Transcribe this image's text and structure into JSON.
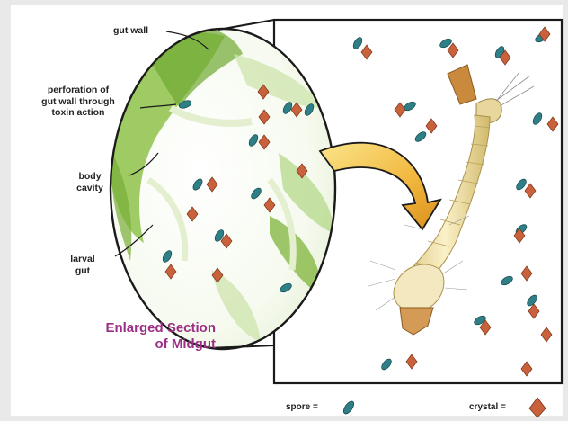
{
  "labels": {
    "gut_wall": "gut wall",
    "perforation_1": "perforation of",
    "perforation_2": "gut wall through",
    "perforation_3": "toxin action",
    "body_cavity_1": "body",
    "body_cavity_2": "cavity",
    "larval_gut_1": "larval",
    "larval_gut_2": "gut"
  },
  "caption": {
    "line1": "Enlarged Section",
    "line2": "of Midgut"
  },
  "legend": {
    "spore": "spore =",
    "crystal": "crystal ="
  },
  "colors": {
    "spore": "#2f7f86",
    "crystal": "#c9623c",
    "gut_wall": "#7fb43a",
    "caption": "#9b2f86",
    "arrow": "#f1b63c",
    "larva": "#e8d79a"
  }
}
